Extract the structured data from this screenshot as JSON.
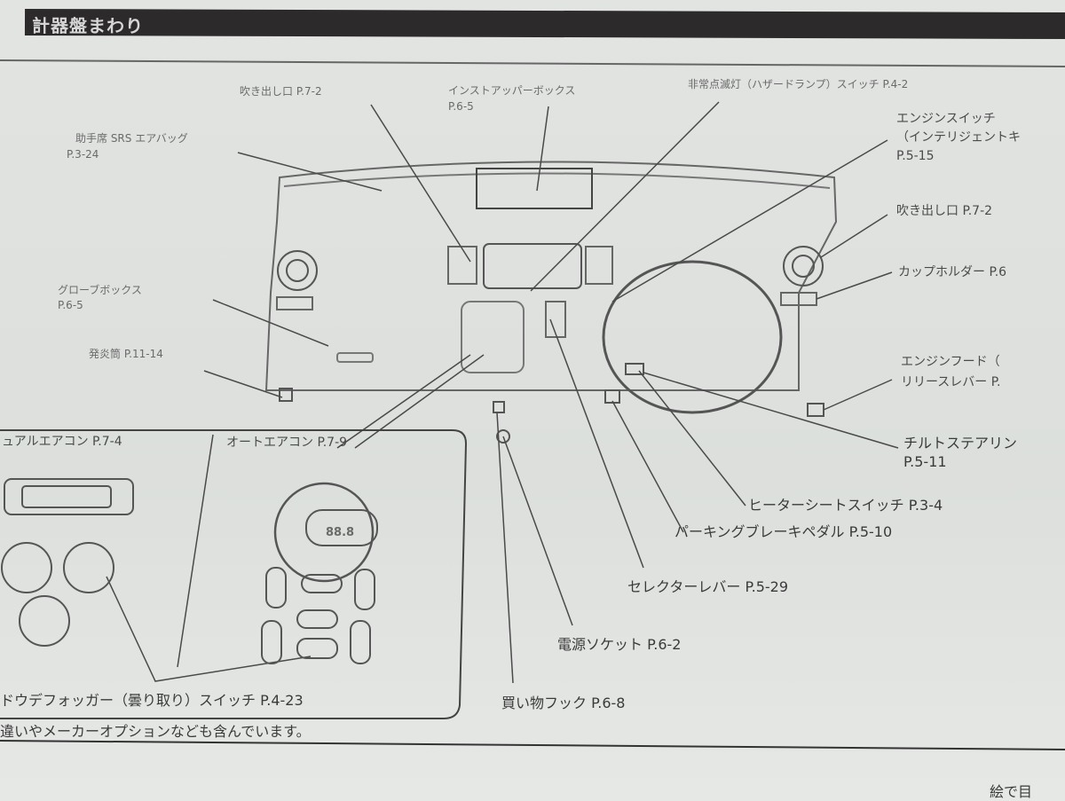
{
  "title": "計器盤まわり",
  "labels": {
    "vent_left": "吹き出し口 P.7-2",
    "upper_box": "インストアッパーボックス",
    "upper_box_page": "P.6-5",
    "hazard": "非常点滅灯（ハザードランプ）スイッチ P.4-2",
    "airbag": "助手席 SRS エアバッグ",
    "airbag_page": "P.3-24",
    "engine_switch": "エンジンスイッチ",
    "engine_switch_sub": "（インテリジェントキ",
    "engine_switch_page": "P.5-15",
    "vent_right": "吹き出し口 P.7-2",
    "cup_holder": "カップホルダー P.6",
    "glove_box": "グローブボックス",
    "glove_box_page": "P.6-5",
    "flare": "発炎筒 P.11-14",
    "hood": "エンジンフード（",
    "hood_sub": "リリースレバー P.",
    "tilt": "チルトステアリン",
    "tilt_page": "P.5-11",
    "manual_ac": "ュアルエアコン P.7-4",
    "auto_ac": "オートエアコン P.7-9",
    "seat_heater": "ヒーターシートスイッチ P.3-4",
    "parking_brake": "パーキングブレーキペダル P.5-10",
    "selector": "セレクターレバー P.5-29",
    "power_socket": "電源ソケット P.6-2",
    "shopping_hook": "買い物フック P.6-8",
    "defogger": "ドウデフォッガー（曇り取り）スイッチ P.4-23",
    "note": "違いやメーカーオプションなども含んでいます。",
    "footer": "絵で目",
    "ac_display": "88.8"
  }
}
